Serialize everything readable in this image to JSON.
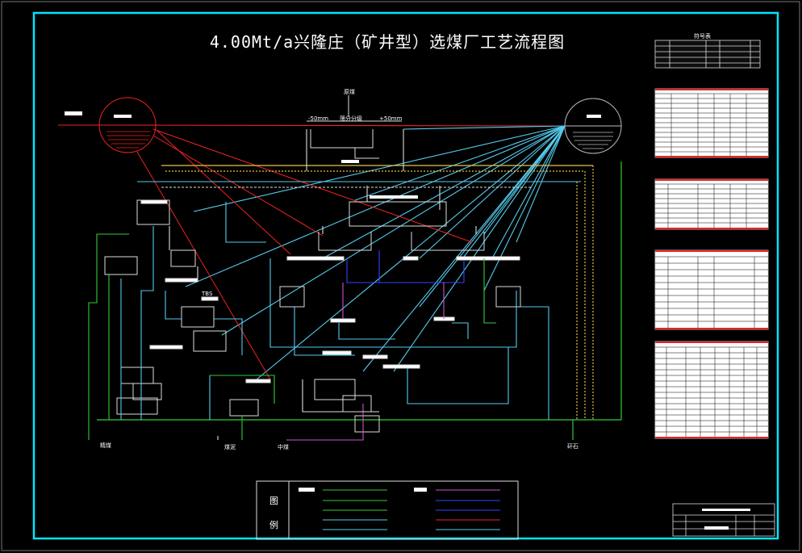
{
  "title": "4.00Mt/a兴隆庄（矿井型）选煤厂工艺流程图",
  "colors": {
    "background": "#000000",
    "frame": "#00e5ff",
    "green": "#33cc33",
    "cyan": "#55ccee",
    "red": "#ee2222",
    "magenta": "#cc55cc",
    "blue": "#3344ff",
    "yellow": "#e8c04a",
    "white": "#ffffff"
  },
  "nodes": {
    "raw_coal": "原煤",
    "screen_top": "筛分分级",
    "minus50": "-50mm",
    "plus50": "+50mm",
    "tbs": "TBS",
    "label_b": "精煤",
    "label_c": "中煤",
    "label_d": "煤泥",
    "label_e": "矸石"
  },
  "side_tables": {
    "symbol_table_title": "符号表"
  },
  "legend": {
    "title_chars": [
      "图",
      "例"
    ]
  }
}
